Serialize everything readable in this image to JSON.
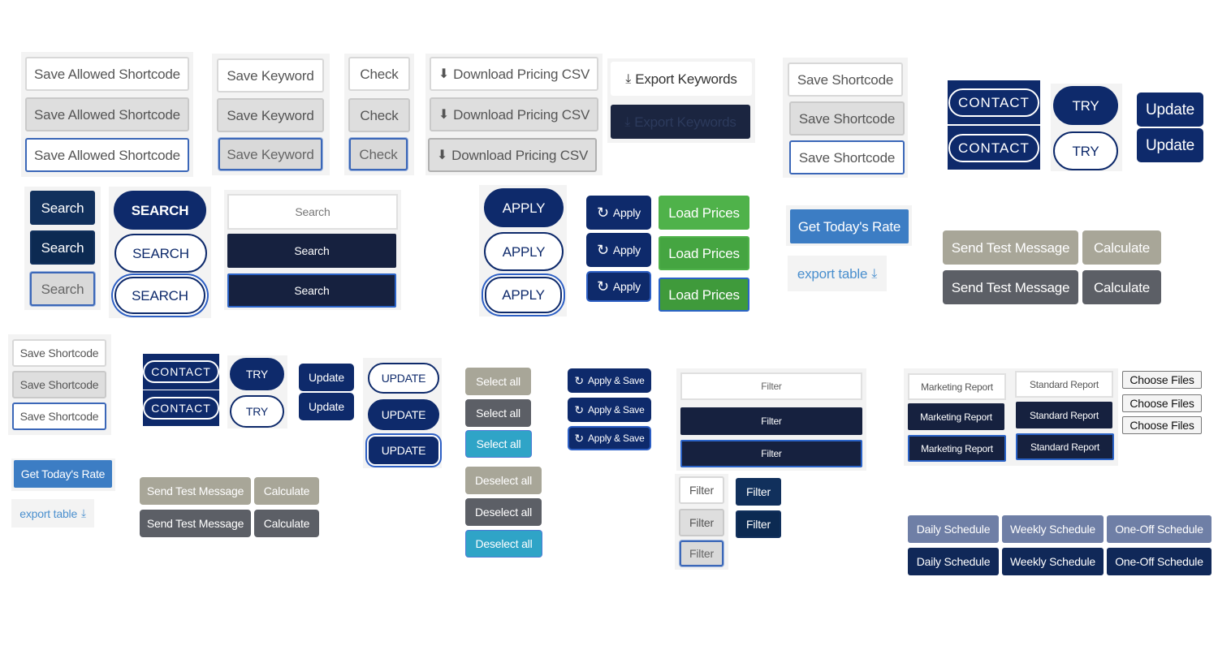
{
  "labels": {
    "save_allowed_shortcode": "Save Allowed Shortcode",
    "save_keyword": "Save Keyword",
    "check": "Check",
    "download_pricing_csv": "Download Pricing CSV",
    "export_keywords": "Export Keywords",
    "save_shortcode": "Save Shortcode",
    "contact": "CONTACT",
    "try": "TRY",
    "try_lower": "TRY",
    "update": "Update",
    "update_caps": "UPDATE",
    "search": "Search",
    "search_caps": "SEARCH",
    "apply_caps": "APPLY",
    "apply": "Apply",
    "load_prices": "Load Prices",
    "get_todays_rate": "Get Today's Rate",
    "export_table": "export table",
    "send_test_message": "Send Test Message",
    "calculate": "Calculate",
    "select_all": "Select all",
    "deselect_all": "Deselect all",
    "apply_and_save": "Apply & Save",
    "filter": "Filter",
    "marketing_report": "Marketing Report",
    "standard_report": "Standard Report",
    "choose_files": "Choose Files",
    "daily_schedule": "Daily Schedule",
    "weekly_schedule": "Weekly Schedule",
    "one_off_schedule": "One-Off Schedule"
  },
  "icons": {
    "download_circle": "⬇",
    "download": "⤓",
    "refresh": "↻"
  },
  "colors": {
    "navy": "#0e2a6b",
    "dark_navy": "#16213f",
    "green": "#4fb24a",
    "blue": "#3c7dc4",
    "teal": "#2fa4c7",
    "link": "#4a8fce"
  }
}
